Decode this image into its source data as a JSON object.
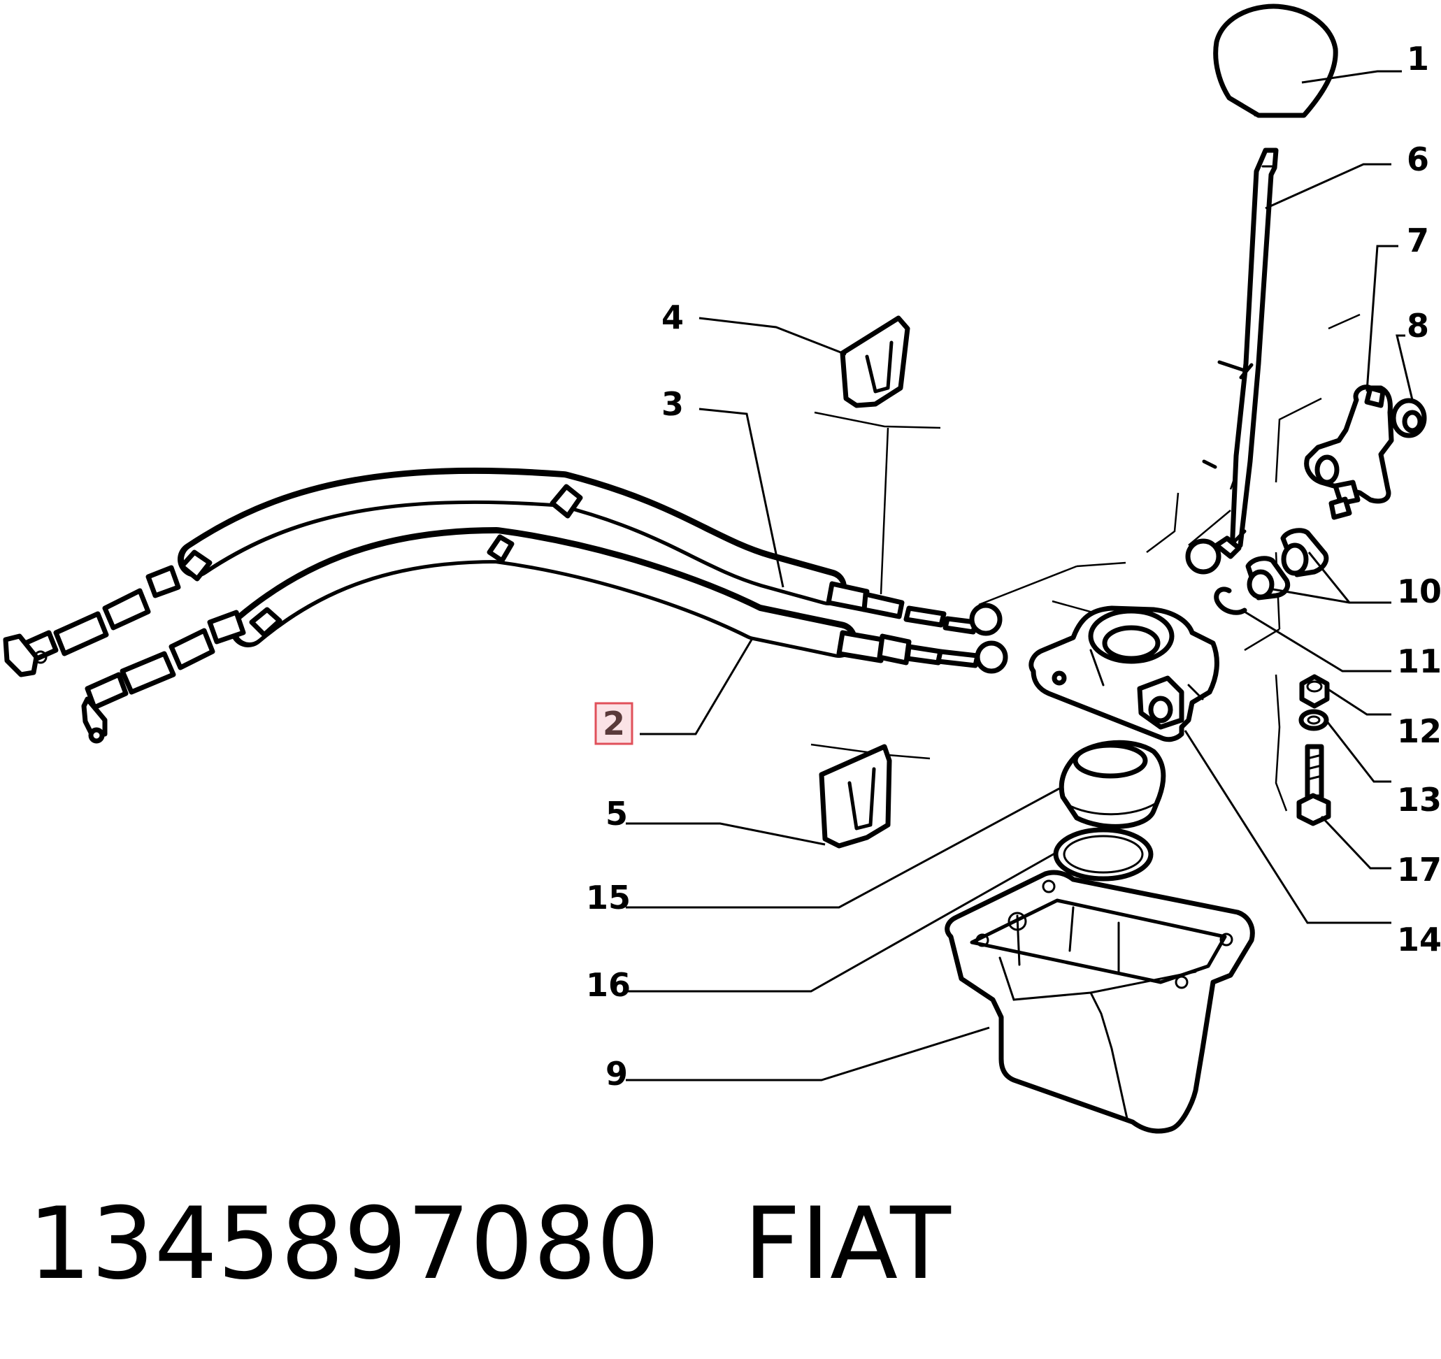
{
  "callouts": [
    {
      "id": "1",
      "label": "1"
    },
    {
      "id": "2",
      "label": "2",
      "highlighted": true
    },
    {
      "id": "3",
      "label": "3"
    },
    {
      "id": "4",
      "label": "4"
    },
    {
      "id": "5",
      "label": "5"
    },
    {
      "id": "6",
      "label": "6"
    },
    {
      "id": "7",
      "label": "7"
    },
    {
      "id": "8",
      "label": "8"
    },
    {
      "id": "9",
      "label": "9"
    },
    {
      "id": "10",
      "label": "10"
    },
    {
      "id": "11",
      "label": "11"
    },
    {
      "id": "12",
      "label": "12"
    },
    {
      "id": "13",
      "label": "13"
    },
    {
      "id": "14",
      "label": "14"
    },
    {
      "id": "15",
      "label": "15"
    },
    {
      "id": "16",
      "label": "16"
    },
    {
      "id": "17",
      "label": "17"
    }
  ],
  "highlight_color": "#e0505a",
  "caption": {
    "part_number": "1345897080",
    "brand": "FIAT"
  }
}
